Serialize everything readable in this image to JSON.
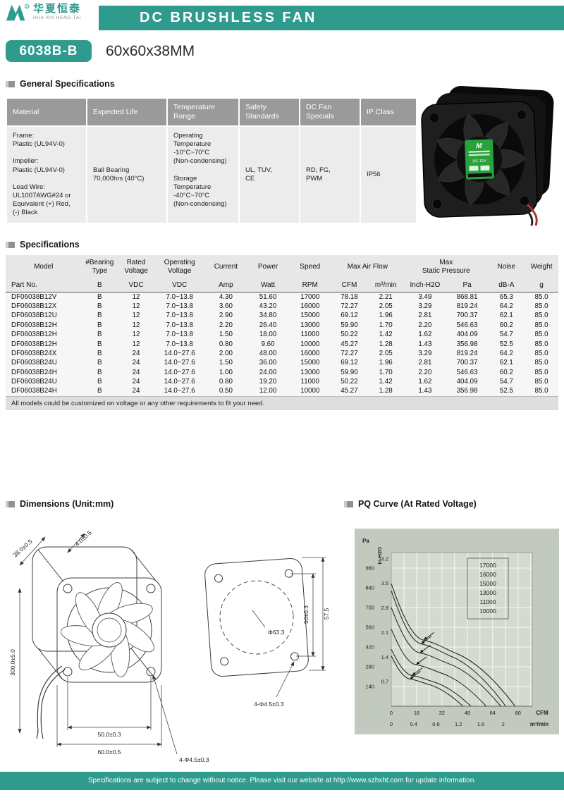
{
  "colors": {
    "accent_teal": "#2f9b8d",
    "table_header_gray": "#9a9a9a",
    "table_body_gray": "#ececec",
    "chart_panel": "#c2cabf",
    "chart_plot": "#d4dacf",
    "fan_label_green": "#2aa23c"
  },
  "header": {
    "logo_chinese": "华夏恒泰",
    "logo_english": "HUA XIA HENG TAI",
    "banner_title": "DC BRUSHLESS FAN",
    "model_badge": "6038B-B",
    "model_size": "60x60x38MM"
  },
  "general_specs": {
    "title": "General Specifications",
    "headers": [
      "Material",
      "Expected Life",
      "Temperature\nRange",
      "Safety\nStandards",
      "DC Fan\nSpecials",
      "IP Class"
    ],
    "cells": {
      "material": "Frame:\nPlastic (UL94V-0)\n\nImpeller:\nPlastic (UL94V-0)\n\nLead Wire:\nUL1007AWG#24 or\nEquivalent (+) Red,\n(-) Black",
      "expected_life": "Ball Bearing\n70,000hrs (40°C)",
      "temperature_range": "Operating\nTemperature\n-10°C~70°C\n(Non-condensing)\n\nStorage\nTemperature\n-40°C~70°C\n(Non-condensing)",
      "safety_standards": "UL, TUV,\nCE",
      "dc_fan_specials": "RD, FG,\nPWM",
      "ip_class": "IP56"
    }
  },
  "fan_image": {
    "label_brand": "M",
    "label_voltage": "DC 12V"
  },
  "specifications": {
    "title": "Specifications",
    "headers_row1": [
      "Model",
      "#Bearing\nType",
      "Rated\nVoltage",
      "Operating\nVoltage",
      "Current",
      "Power",
      "Speed",
      "Max Air Flow",
      "Max\nStatic Pressure",
      "Noise",
      "Weight"
    ],
    "headers_row2": [
      "Part No.",
      "B",
      "VDC",
      "VDC",
      "Amp",
      "Watt",
      "RPM",
      "CFM",
      "m³/min",
      "Inch-H2O",
      "Pa",
      "dB-A",
      "g"
    ],
    "rows": [
      [
        "DF06038B12V",
        "B",
        "12",
        "7.0~13.8",
        "4.30",
        "51.60",
        "17000",
        "78.18",
        "2.21",
        "3.49",
        "868.81",
        "65.3",
        "85.0"
      ],
      [
        "DF06038B12X",
        "B",
        "12",
        "7.0~13.8",
        "3.60",
        "43.20",
        "16000",
        "72.27",
        "2.05",
        "3.29",
        "819.24",
        "64.2",
        "85.0"
      ],
      [
        "DF06038B12U",
        "B",
        "12",
        "7.0~13.8",
        "2.90",
        "34.80",
        "15000",
        "69.12",
        "1.96",
        "2.81",
        "700.37",
        "62.1",
        "85.0"
      ],
      [
        "DF06038B12H",
        "B",
        "12",
        "7.0~13.8",
        "2.20",
        "26.40",
        "13000",
        "59.90",
        "1.70",
        "2.20",
        "546.63",
        "60.2",
        "85.0"
      ],
      [
        "DF06038B12H",
        "B",
        "12",
        "7.0~13.8",
        "1.50",
        "18.00",
        "11000",
        "50.22",
        "1.42",
        "1.62",
        "404.09",
        "54.7",
        "85.0"
      ],
      [
        "DF06038B12H",
        "B",
        "12",
        "7.0~13.8",
        "0.80",
        "9.60",
        "10000",
        "45.27",
        "1.28",
        "1.43",
        "356.98",
        "52.5",
        "85.0"
      ],
      [
        "DF06038B24X",
        "B",
        "24",
        "14.0~27.6",
        "2.00",
        "48.00",
        "16000",
        "72.27",
        "2.05",
        "3.29",
        "819.24",
        "64.2",
        "85.0"
      ],
      [
        "DF06038B24U",
        "B",
        "24",
        "14.0~27.6",
        "1.50",
        "36.00",
        "15000",
        "69.12",
        "1.96",
        "2.81",
        "700.37",
        "62.1",
        "85.0"
      ],
      [
        "DF06038B24H",
        "B",
        "24",
        "14.0~27.6",
        "1.00",
        "24.00",
        "13000",
        "59.90",
        "1.70",
        "2.20",
        "546.63",
        "60.2",
        "85.0"
      ],
      [
        "DF06038B24U",
        "B",
        "24",
        "14.0~27.6",
        "0.80",
        "19.20",
        "11000",
        "50.22",
        "1.42",
        "1.62",
        "404.09",
        "54.7",
        "85.0"
      ],
      [
        "DF06038B24H",
        "B",
        "24",
        "14.0~27.6",
        "0.50",
        "12.00",
        "10000",
        "45.27",
        "1.28",
        "1.43",
        "356.98",
        "52.5",
        "85.0"
      ]
    ],
    "note": "All models could be customized on voltage or any other requirements to fit your need."
  },
  "dimensions": {
    "title": "Dimensions (Unit:mm)",
    "labels": {
      "depth": "38.0±0.5",
      "flange": "4.0±0.5",
      "lead_length": "300.0±5.0",
      "hole_pitch": "50.0±0.3",
      "width": "60.0±0.5",
      "mount_holes": "4-Φ4.5±0.3",
      "opening_dia": "Φ63.3",
      "plate_hole_pitch": "50±0.3",
      "plate_height": "57.5",
      "plate_holes": "4-Φ4.5±0.3"
    }
  },
  "pq_curve": {
    "title": "PQ Curve (At Rated Voltage)",
    "chart_data": {
      "type": "line",
      "xlabel": "CFM",
      "x2label": "m³/min",
      "ylabel": "Pa",
      "y2label": "In-H2O",
      "x_ticks_cfm": [
        0,
        16,
        32,
        48,
        64,
        80
      ],
      "x_ticks_m3min": [
        0,
        0.4,
        0.8,
        1.2,
        1.6,
        2.0
      ],
      "y_ticks_pa": [
        140,
        280,
        420,
        560,
        700,
        840,
        980
      ],
      "y_ticks_inh2o": [
        0.7,
        1.4,
        2.1,
        2.8,
        3.5,
        4.2
      ],
      "xlim": [
        0,
        89
      ],
      "ylim": [
        0,
        1090
      ],
      "grid": true,
      "legend_position": "top-right",
      "series": [
        {
          "name": "17000",
          "rpm": 17000,
          "max_static_pressure_pa": 868.81,
          "max_airflow_cfm": 78.18
        },
        {
          "name": "16000",
          "rpm": 16000,
          "max_static_pressure_pa": 819.24,
          "max_airflow_cfm": 72.27
        },
        {
          "name": "15000",
          "rpm": 15000,
          "max_static_pressure_pa": 700.37,
          "max_airflow_cfm": 69.12
        },
        {
          "name": "13000",
          "rpm": 13000,
          "max_static_pressure_pa": 546.63,
          "max_airflow_cfm": 59.9
        },
        {
          "name": "11000",
          "rpm": 11000,
          "max_static_pressure_pa": 404.09,
          "max_airflow_cfm": 50.22
        },
        {
          "name": "10000",
          "rpm": 10000,
          "max_static_pressure_pa": 356.98,
          "max_airflow_cfm": 45.27
        }
      ],
      "colors": {
        "panel": "#c2cabf",
        "plot": "#d4dacf",
        "curve": "#1b1b1b"
      }
    }
  },
  "footer": {
    "text": "Specifications are subject to change without notice. Please visit our website at http://www.szhxht.com for update information."
  }
}
